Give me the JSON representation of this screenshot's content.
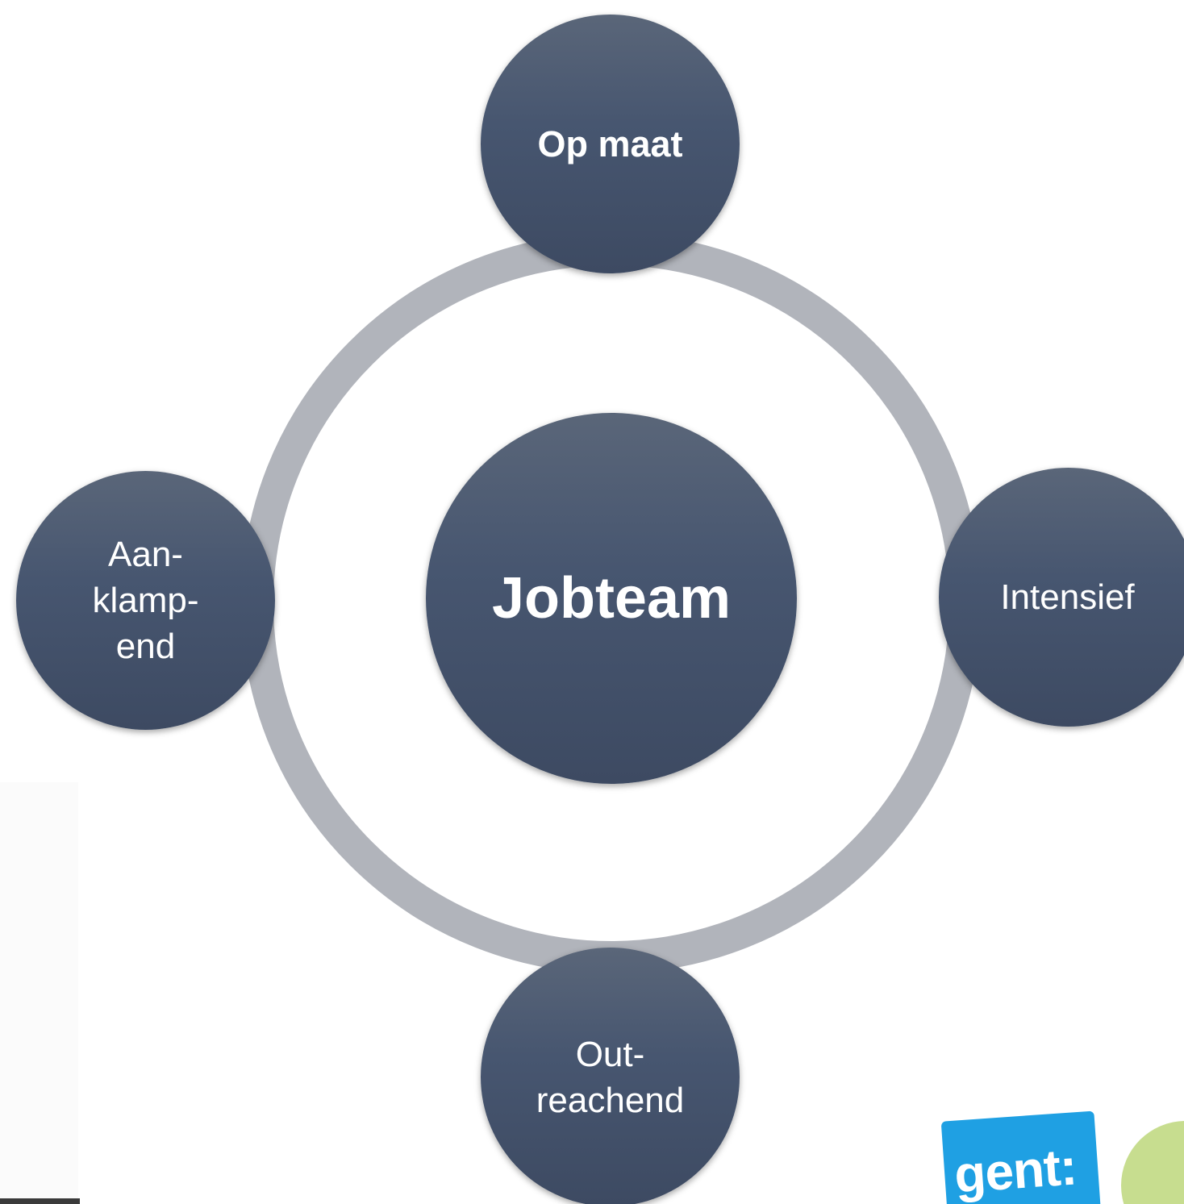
{
  "diagram": {
    "center": {
      "label": "Jobteam"
    },
    "nodes": {
      "top": {
        "label": "Op maat"
      },
      "right": {
        "label": "Intensief"
      },
      "bottom": {
        "label": "Out-\nreachend"
      },
      "left": {
        "label": "Aan-\nklamp-\nend"
      }
    },
    "colors": {
      "node_fill": "#475670",
      "ring": "#b1b4bb",
      "node_text": "#ffffff"
    }
  },
  "logo": {
    "text": "gent:",
    "colors": {
      "tile": "#1fa0e3",
      "circle": "#c7dd8f"
    }
  }
}
